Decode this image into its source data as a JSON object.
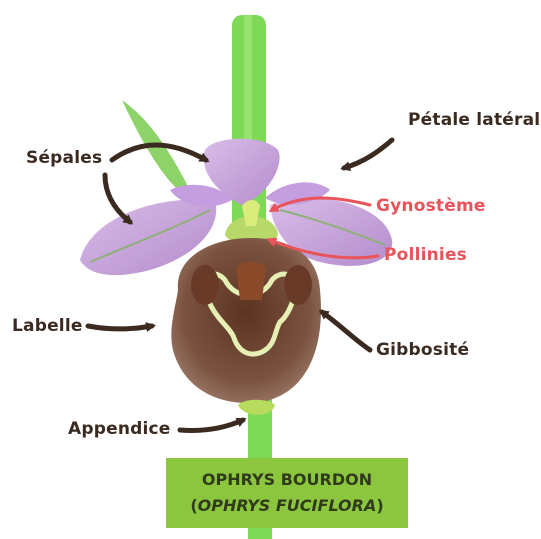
{
  "labels": {
    "sepales": "Sépales",
    "petale_lateral": "Pétale latéral",
    "gynosteme": "Gynostème",
    "pollinies": "Pollinies",
    "labelle": "Labelle",
    "gibbosite": "Gibbosité",
    "appendice": "Appendice"
  },
  "title": {
    "common_name": "OPHRYS BOURDON",
    "paren_open": "(",
    "scientific_name": "OPHRYS FUCIFLORA",
    "paren_close": ")"
  },
  "colors": {
    "label_dark": "#3b2a20",
    "label_red": "#e8545a",
    "title_box": "#8cc63f",
    "stem": "#7ed957",
    "sepal": "#c9a6de"
  }
}
